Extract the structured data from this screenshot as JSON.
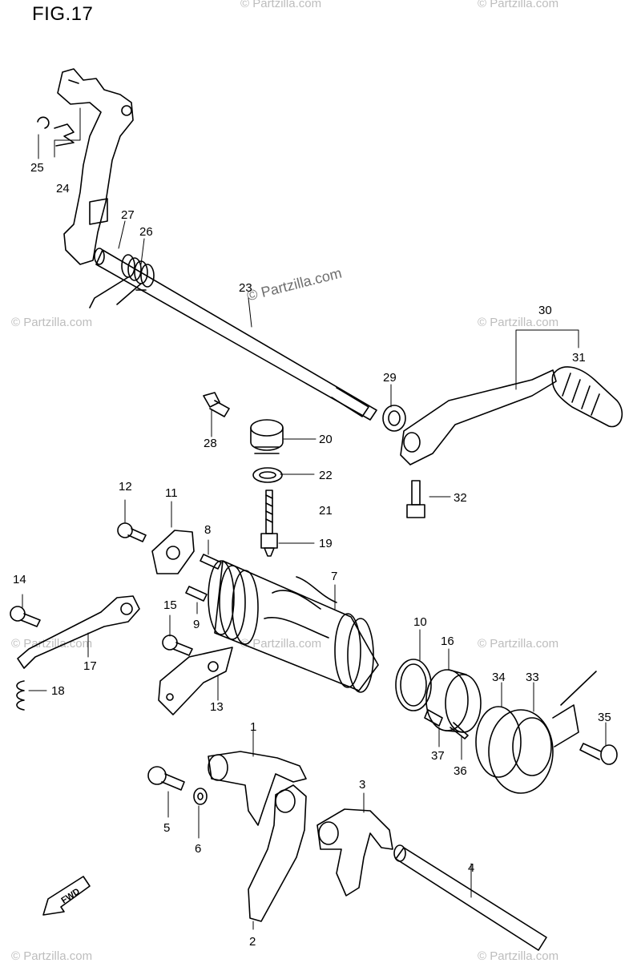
{
  "figure": {
    "title": "FIG.17"
  },
  "watermarks": [
    "© Partzilla.com",
    "© Partzilla.com",
    "© Partzilla.com",
    "© Partzilla.com",
    "© Partzilla.com",
    "© Partzilla.com",
    "© Partzilla.com",
    "© Partzilla.com",
    "© Partzilla.com"
  ],
  "center_watermark": "© Partzilla.com",
  "callouts": [
    {
      "id": "c1",
      "label": "1"
    },
    {
      "id": "c2",
      "label": "2"
    },
    {
      "id": "c3",
      "label": "3"
    },
    {
      "id": "c4",
      "label": "4"
    },
    {
      "id": "c5",
      "label": "5"
    },
    {
      "id": "c6",
      "label": "6"
    },
    {
      "id": "c7",
      "label": "7"
    },
    {
      "id": "c8",
      "label": "8"
    },
    {
      "id": "c9",
      "label": "9"
    },
    {
      "id": "c10",
      "label": "10"
    },
    {
      "id": "c11",
      "label": "11"
    },
    {
      "id": "c12",
      "label": "12"
    },
    {
      "id": "c13",
      "label": "13"
    },
    {
      "id": "c14",
      "label": "14"
    },
    {
      "id": "c15",
      "label": "15"
    },
    {
      "id": "c16",
      "label": "16"
    },
    {
      "id": "c17",
      "label": "17"
    },
    {
      "id": "c18",
      "label": "18"
    },
    {
      "id": "c19",
      "label": "19"
    },
    {
      "id": "c20",
      "label": "20"
    },
    {
      "id": "c21",
      "label": "21"
    },
    {
      "id": "c22",
      "label": "22"
    },
    {
      "id": "c23",
      "label": "23"
    },
    {
      "id": "c24",
      "label": "24"
    },
    {
      "id": "c25",
      "label": "25"
    },
    {
      "id": "c26",
      "label": "26"
    },
    {
      "id": "c27",
      "label": "27"
    },
    {
      "id": "c28",
      "label": "28"
    },
    {
      "id": "c29",
      "label": "29"
    },
    {
      "id": "c30",
      "label": "30"
    },
    {
      "id": "c31",
      "label": "31"
    },
    {
      "id": "c32",
      "label": "32"
    },
    {
      "id": "c33",
      "label": "33"
    },
    {
      "id": "c34",
      "label": "34"
    },
    {
      "id": "c35",
      "label": "35"
    },
    {
      "id": "c36",
      "label": "36"
    },
    {
      "id": "c37",
      "label": "37"
    }
  ],
  "direction_marker": {
    "label": "FWD",
    "icon": "forward-arrow-icon"
  }
}
